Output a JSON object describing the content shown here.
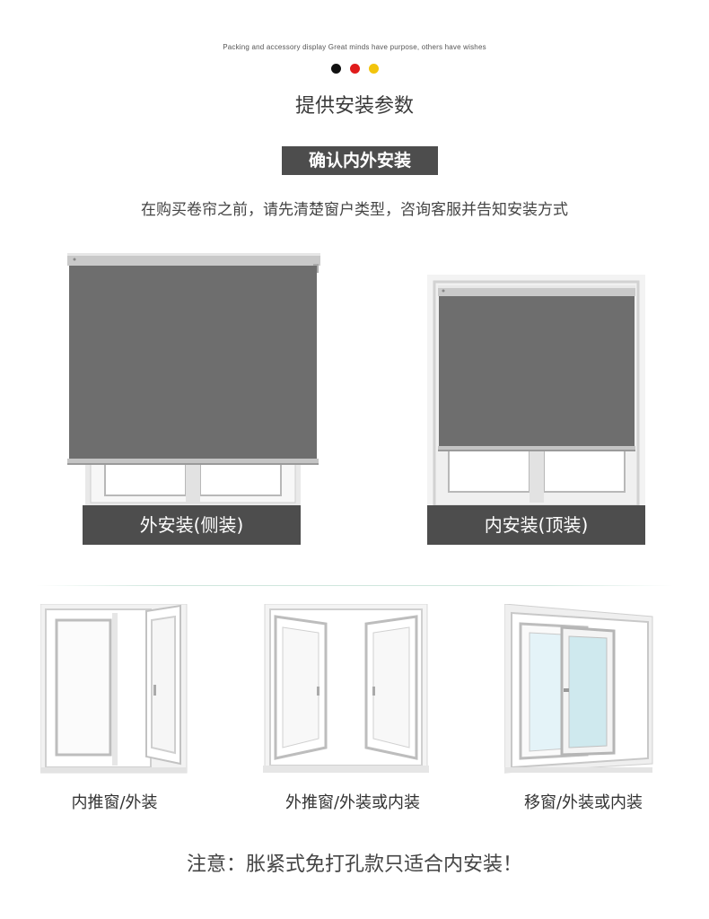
{
  "header": {
    "tagline": "Packing and accessory display Great minds have purpose, others have wishes",
    "title": "提供安装参数",
    "dot_colors": [
      "#111111",
      "#e01b1b",
      "#f2c40c"
    ]
  },
  "banner": {
    "label": "确认内外安装"
  },
  "subtitle": "在购买卷帘之前，请先清楚窗户类型，咨询客服并告知安装方式",
  "install_types": [
    {
      "label": "外安装(侧装)"
    },
    {
      "label": "内安装(顶装)"
    }
  ],
  "window_types": [
    {
      "label": "内推窗/外装"
    },
    {
      "label": "外推窗/外装或内装"
    },
    {
      "label": "移窗/外装或内装"
    }
  ],
  "notice": "注意：胀紧式免打孔款只适合内安装！",
  "colors": {
    "dark_gray": "#4d4d4d",
    "blind_gray": "#6e6e6e"
  }
}
